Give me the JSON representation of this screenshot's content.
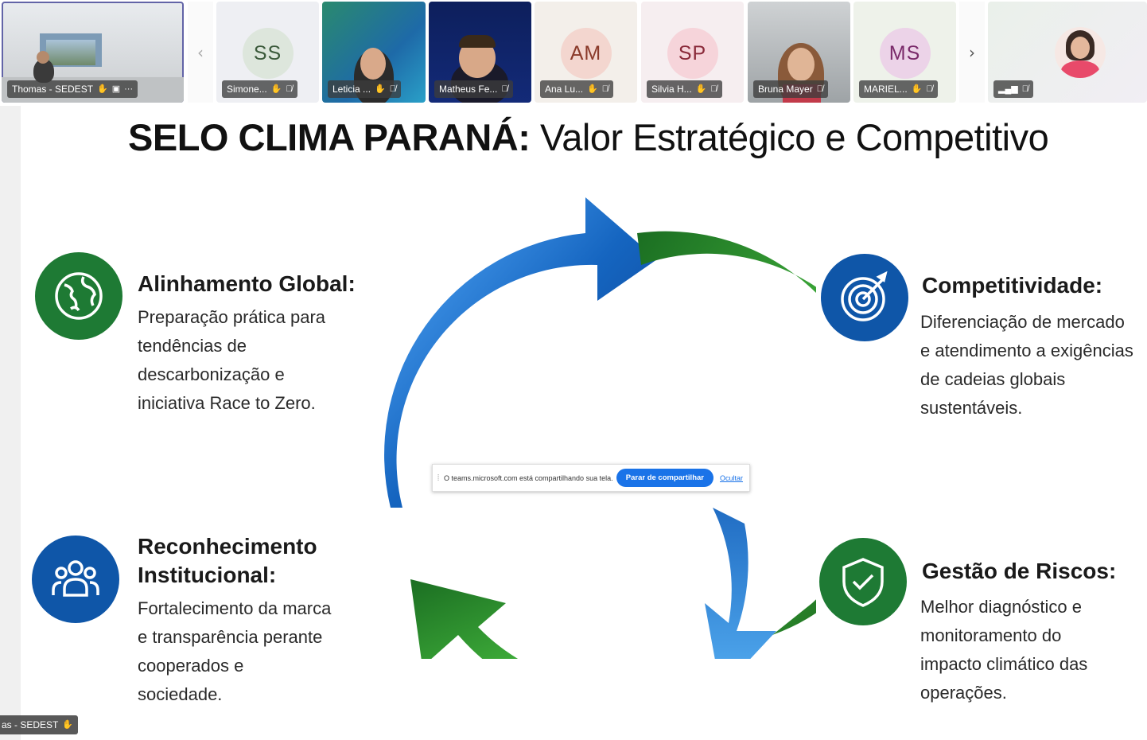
{
  "participants": [
    {
      "name": "Thomas - SEDEST",
      "initials": "",
      "type": "video",
      "active": true,
      "extra_icons": [
        "hand-icon",
        "screen-icon",
        "more-icon"
      ]
    },
    {
      "name": "Simone...",
      "initials": "SS",
      "type": "avatar",
      "avatar_bg": "#dde6dc",
      "avatar_color": "#3b5a3b"
    },
    {
      "name": "Leticia ...",
      "initials": "",
      "type": "video"
    },
    {
      "name": "Matheus Fe...",
      "initials": "",
      "type": "video"
    },
    {
      "name": "Ana Lu...",
      "initials": "AM",
      "type": "avatar",
      "avatar_bg": "#f3d6cf",
      "avatar_color": "#8a3a2a"
    },
    {
      "name": "Silvia H...",
      "initials": "SP",
      "type": "avatar",
      "avatar_bg": "#f6d4da",
      "avatar_color": "#8a2a3a"
    },
    {
      "name": "Bruna Mayer",
      "initials": "",
      "type": "video"
    },
    {
      "name": "MARIEL...",
      "initials": "MS",
      "type": "avatar",
      "avatar_bg": "#ecd3e8",
      "avatar_color": "#7a2a6a"
    },
    {
      "name": "",
      "initials": "",
      "type": "photo"
    }
  ],
  "strip_nav": {
    "prev": "‹",
    "next": "›"
  },
  "slide": {
    "title_bold": "SELO CLIMA PARANÁ:",
    "title_light": "Valor Estratégico e Competitivo",
    "features": [
      {
        "heading": "Alinhamento Global:",
        "text": [
          "Preparação prática para",
          "tendências de",
          "descarbonização e",
          "iniciativa Race to Zero."
        ],
        "icon": "globe-icon",
        "color": "#1e7a34"
      },
      {
        "heading": "Competitividade:",
        "text": [
          "Diferenciação de mercado",
          "e atendimento a exigências",
          "de cadeias globais",
          "sustentáveis."
        ],
        "icon": "target-icon",
        "color": "#0f56a8"
      },
      {
        "heading_lines": [
          "Reconhecimento",
          "Institucional:"
        ],
        "text": [
          "Fortalecimento da marca",
          "e transparência perante",
          "cooperados e",
          "sociedade."
        ],
        "icon": "people-icon",
        "color": "#0f56a8"
      },
      {
        "heading": "Gestão de Riscos:",
        "text": [
          "Melhor diagnóstico e",
          "monitoramento do",
          "impacto climático das",
          "operações."
        ],
        "icon": "shield-check-icon",
        "color": "#1e7a34"
      }
    ]
  },
  "share_bar": {
    "message": "O teams.microsoft.com está compartilhando sua tela.",
    "stop_label": "Parar de compartilhar",
    "hide_label": "Ocultar"
  },
  "presenter_chip": {
    "name": "as - SEDEST"
  }
}
